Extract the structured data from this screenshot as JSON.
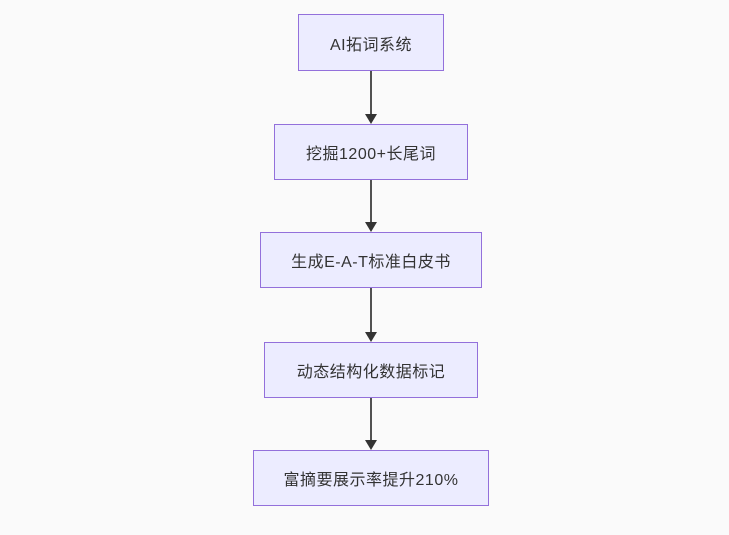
{
  "flowchart": {
    "type": "flowchart",
    "direction": "top-down",
    "nodes": [
      {
        "id": "n1",
        "label": "AI拓词系统"
      },
      {
        "id": "n2",
        "label": "挖掘1200+长尾词"
      },
      {
        "id": "n3",
        "label": "生成E-A-T标准白皮书"
      },
      {
        "id": "n4",
        "label": "动态结构化数据标记"
      },
      {
        "id": "n5",
        "label": "富摘要展示率提升210%"
      }
    ],
    "edges": [
      {
        "from": "n1",
        "to": "n2"
      },
      {
        "from": "n2",
        "to": "n3"
      },
      {
        "from": "n3",
        "to": "n4"
      },
      {
        "from": "n4",
        "to": "n5"
      }
    ],
    "colors": {
      "node_fill": "#ECECFF",
      "node_border": "#9370DB",
      "arrow": "#333333",
      "text": "#333333",
      "background": "#FAFAFA"
    }
  }
}
